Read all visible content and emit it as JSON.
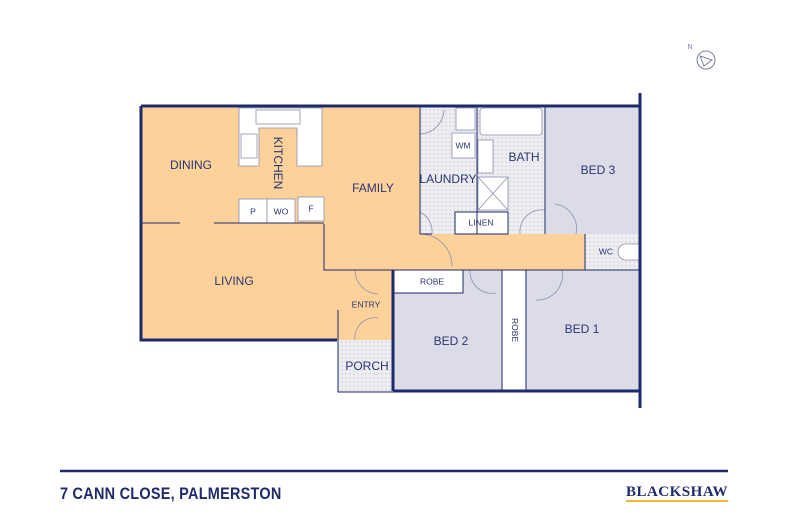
{
  "property": {
    "address": "7 CANN CLOSE, PALMERSTON",
    "brand": "BLACKSHAW"
  },
  "compass": {
    "label": "N",
    "icon": "north-arrow-icon"
  },
  "rooms": {
    "dining": "DINING",
    "kitchen": "KITCHEN",
    "family": "FAMILY",
    "living": "LIVING",
    "entry": "ENTRY",
    "porch": "PORCH",
    "laundry": "LAUNDRY",
    "bath": "BATH",
    "bed3": "BED 3",
    "bed2": "BED 2",
    "bed1": "BED 1",
    "wc": "WC",
    "linen": "LINEN",
    "robe_bed2": "ROBE",
    "robe_bed1": "ROBE",
    "wm": "WM",
    "pantry": "P",
    "wall_oven": "WO",
    "fridge": "F"
  },
  "colors": {
    "living_zone": "#fcd29a",
    "bedroom_zone": "#dcdce8",
    "walls": "#1f2a6b",
    "brand_underline": "#f5b335"
  }
}
